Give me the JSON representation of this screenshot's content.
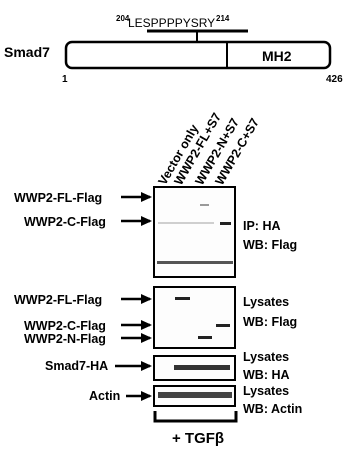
{
  "domain_diagram": {
    "protein": {
      "name": "Smad7",
      "domain_label": "MH2",
      "start": "1",
      "end": "426",
      "motif": {
        "start": "204",
        "sequence": "LESPPPPYSRY",
        "end": "214"
      }
    }
  },
  "blot": {
    "lane_labels": [
      "Vector only",
      "WWP2-FL+S7",
      "WWP2-N+S7",
      "WWP2-C+S7"
    ],
    "panels": [
      {
        "id": "ip",
        "left_labels": [
          "WWP2-FL-Flag",
          "WWP2-C-Flag"
        ],
        "right_labels": [
          "IP: HA",
          "WB: Flag"
        ]
      },
      {
        "id": "lysate-flag",
        "left_labels": [
          "WWP2-FL-Flag",
          "WWP2-C-Flag",
          "WWP2-N-Flag"
        ],
        "right_labels": [
          "Lysates",
          "WB: Flag"
        ]
      },
      {
        "id": "lysate-ha",
        "left_labels": [
          "Smad7-HA"
        ],
        "right_labels": [
          "Lysates",
          "WB: HA"
        ]
      },
      {
        "id": "lysate-actin",
        "left_labels": [
          "Actin"
        ],
        "right_labels": [
          "Lysates",
          "WB: Actin"
        ]
      }
    ],
    "treatment": "+ TGFβ"
  }
}
